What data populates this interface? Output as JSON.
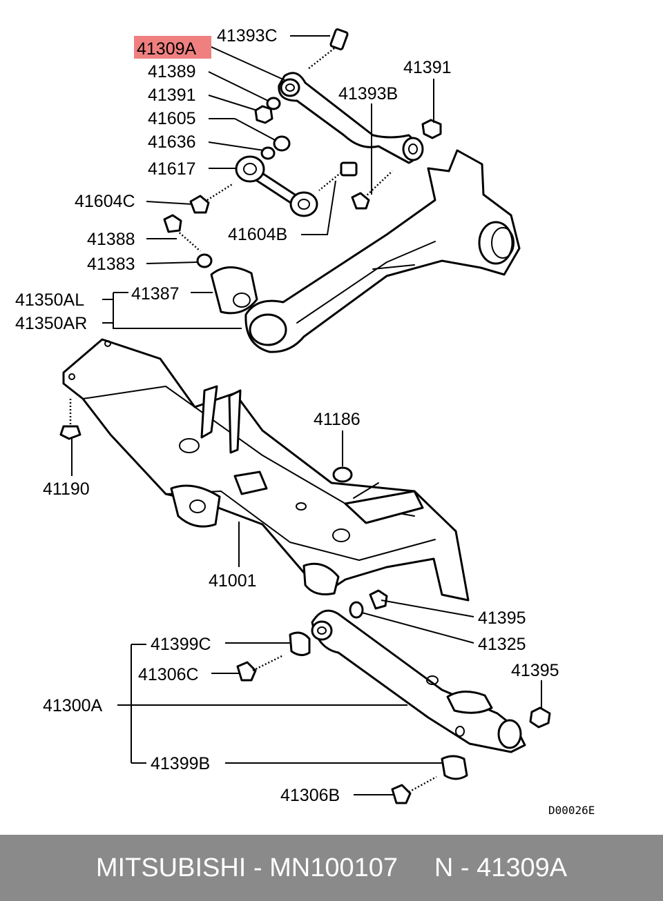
{
  "diagram": {
    "code": "D00026E",
    "highlight_color": "#f08080",
    "labels": {
      "41309A": "41309A",
      "41393C": "41393C",
      "41389": "41389",
      "41391_l": "41391",
      "41605": "41605",
      "41636": "41636",
      "41617": "41617",
      "41604C": "41604C",
      "41388": "41388",
      "41383": "41383",
      "41387": "41387",
      "41350AL": "41350AL",
      "41350AR": "41350AR",
      "41391_r": "41391",
      "41393B": "41393B",
      "41604B": "41604B",
      "41186": "41186",
      "41190": "41190",
      "41001": "41001",
      "41395_a": "41395",
      "41325": "41325",
      "41399C": "41399C",
      "41306C": "41306C",
      "41395_b": "41395",
      "41300A": "41300A",
      "41399B": "41399B",
      "41306B": "41306B"
    }
  },
  "footer": {
    "brand": "MITSUBISHI",
    "sep1": " - ",
    "part_number": "MN100107",
    "gap": "     ",
    "n_label": "N",
    "sep2": " - ",
    "ref": "41309A"
  }
}
